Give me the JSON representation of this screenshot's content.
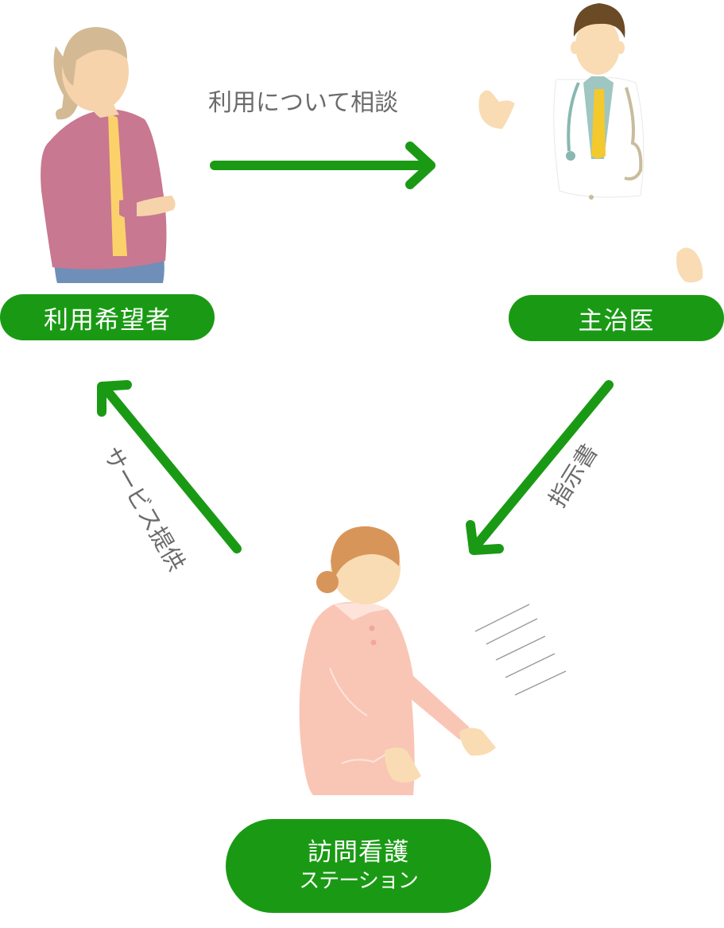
{
  "nodes": {
    "patient": {
      "label": "利用希望者"
    },
    "doctor": {
      "label": "主治医"
    },
    "station": {
      "label_line1": "訪問看護",
      "label_line2": "ステーション"
    }
  },
  "edges": {
    "consult": {
      "label": "利用について相談"
    },
    "instruction": {
      "label": "指示書"
    },
    "service": {
      "label": "サービス提供"
    }
  },
  "colors": {
    "accent_green": "#1a9a14",
    "label_gray": "#6b6b6b"
  },
  "icons": [
    "elderly-woman-icon",
    "doctor-icon",
    "nurse-icon"
  ]
}
